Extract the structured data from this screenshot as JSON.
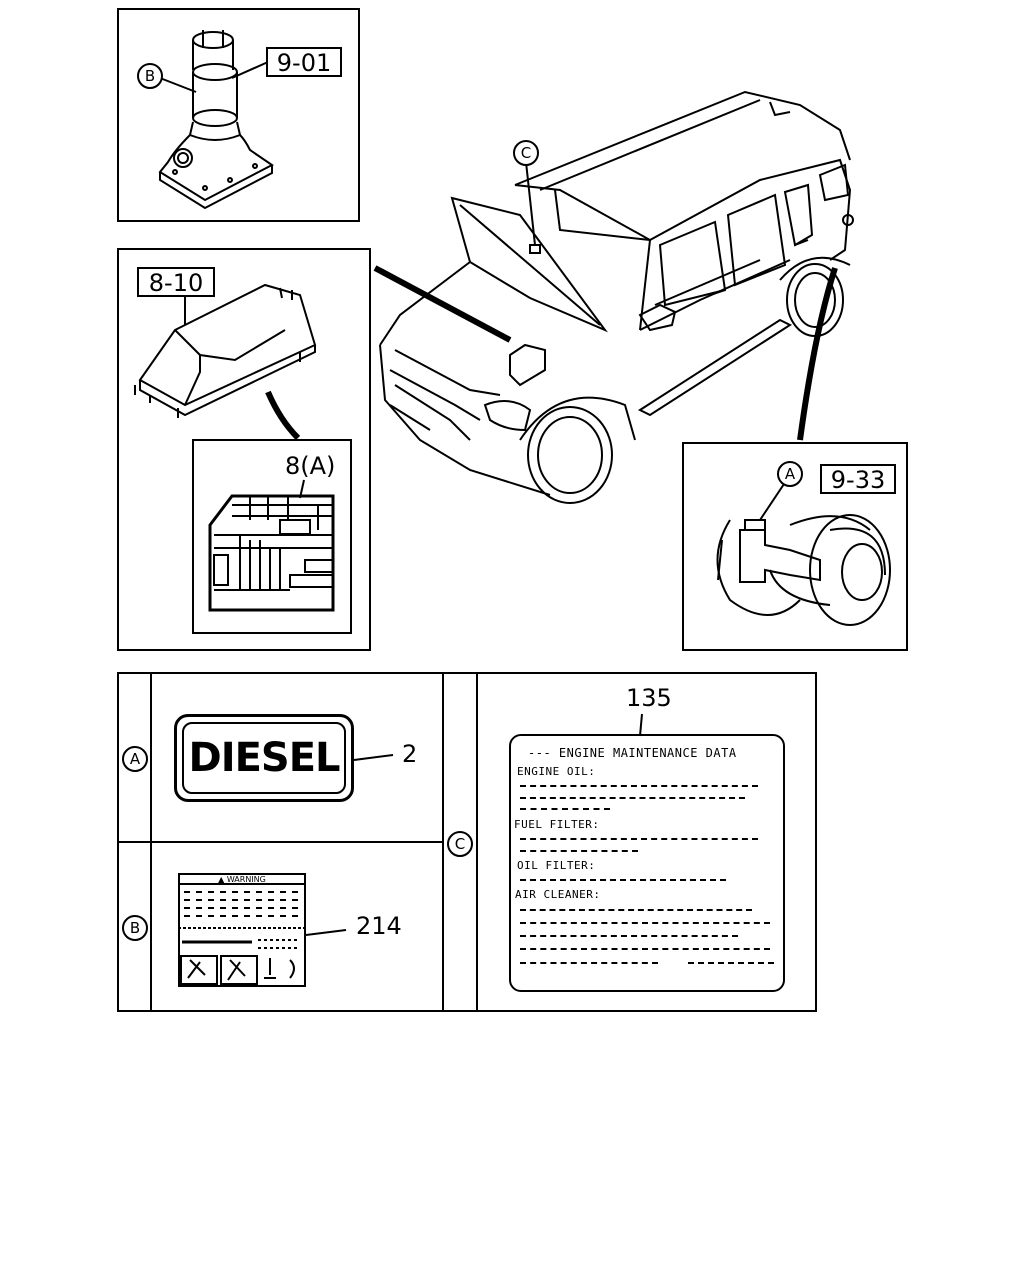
{
  "callouts": {
    "jack_part": "9-01",
    "fuse_box_part": "8-10",
    "fuse_label_part": "8(A)",
    "fuel_lid_part": "9-33",
    "diesel_part": "2",
    "warning_part": "214",
    "maintenance_part": "135"
  },
  "circle_labels": {
    "a": "A",
    "b": "B",
    "c": "C"
  },
  "diesel_label": {
    "text": "DIESEL"
  },
  "warning_label": {
    "title": "▲ WARNING"
  },
  "maintenance_label": {
    "title": "--- ENGINE MAINTENANCE DATA",
    "engine_oil": "ENGINE OIL:",
    "fuel_filter": "FUEL FILTER:",
    "oil_filter": "OIL FILTER:",
    "air_cleaner": "AIR CLEANER:"
  }
}
